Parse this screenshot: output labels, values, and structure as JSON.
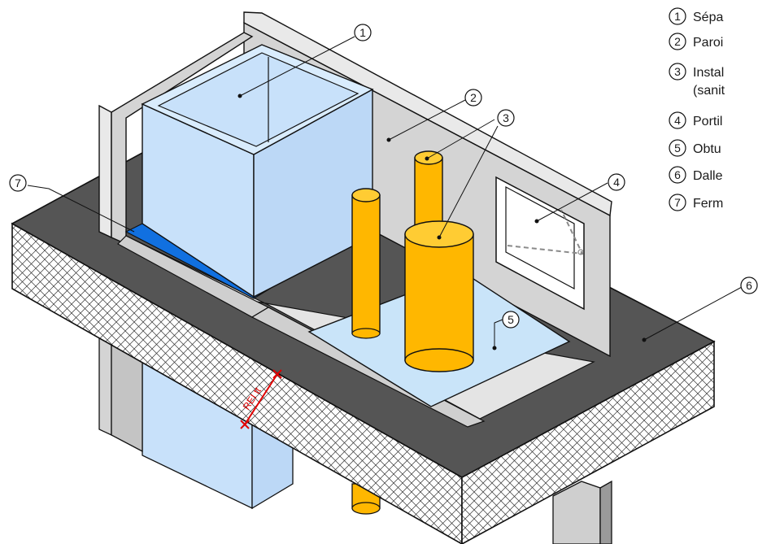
{
  "legend": [
    {
      "num": "1",
      "text": "Sépa"
    },
    {
      "num": "2",
      "text": "Paroi"
    },
    {
      "num": "3",
      "text": "Instal",
      "text2": "(sanit"
    },
    {
      "num": "4",
      "text": "Portil"
    },
    {
      "num": "5",
      "text": "Obtu"
    },
    {
      "num": "6",
      "text": "Dalle"
    },
    {
      "num": "7",
      "text": "Ferm"
    }
  ],
  "callouts": {
    "c1": "1",
    "c2": "2",
    "c3": "3",
    "c4": "4",
    "c5": "5",
    "c6": "6",
    "c7": "7"
  },
  "rei_label": "REI tt",
  "colors": {
    "slab_top": "#555555",
    "wall": "#d4d4d4",
    "wall_top": "#e9e9e9",
    "box_light": "#c8e1fa",
    "box_mid": "#bcd8f6",
    "blue_seal": "#1170e0",
    "pipe": "#ffb700",
    "pipe_dark": "#e89c00",
    "plate": "#c9e4f9",
    "fire_line": "#e00000"
  }
}
